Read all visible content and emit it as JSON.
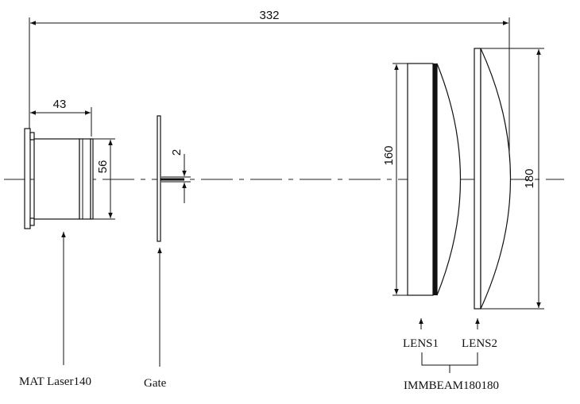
{
  "dimensions": {
    "total_length": "332",
    "laser_length": "43",
    "laser_diameter": "56",
    "gate_gap": "2",
    "lens1_diameter": "160",
    "lens2_diameter": "180"
  },
  "labels": {
    "laser": "MAT Laser140",
    "gate": "Gate",
    "lens1": "LENS1",
    "lens2": "LENS2",
    "assembly": "IMMBEAM180180"
  }
}
